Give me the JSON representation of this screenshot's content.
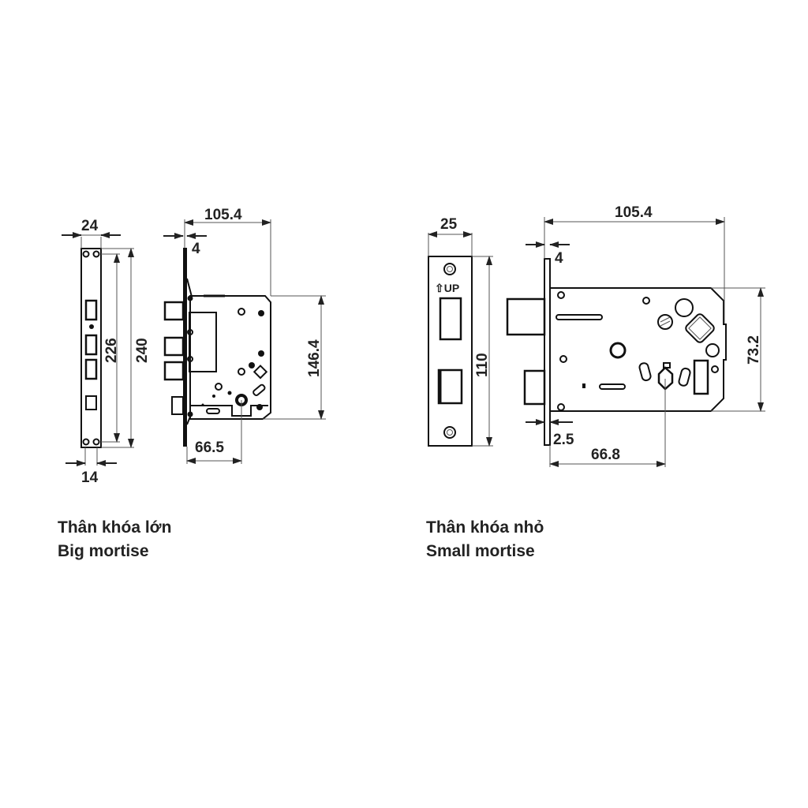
{
  "big_mortise": {
    "faceplate": {
      "width_label": "24",
      "inner_height_label": "226",
      "height_label": "240",
      "hole_spacing_label": "14"
    },
    "body": {
      "length_label": "105.4",
      "plate_thickness_label": "4",
      "height_label": "146.4",
      "backset_label": "66.5"
    },
    "caption_vi": "Thân khóa lớn",
    "caption_en": "Big mortise"
  },
  "small_mortise": {
    "faceplate": {
      "width_label": "25",
      "height_label": "110",
      "up_marking": "⇧UP"
    },
    "body": {
      "length_label": "105.4",
      "plate_thickness_label": "4",
      "height_label": "73.2",
      "bottom_offset_label": "2.5",
      "backset_label": "66.8"
    },
    "caption_vi": "Thân khóa nhỏ",
    "caption_en": "Small mortise"
  },
  "colors": {
    "line": "#111111",
    "dimension_line": "#555555",
    "background": "#ffffff"
  }
}
